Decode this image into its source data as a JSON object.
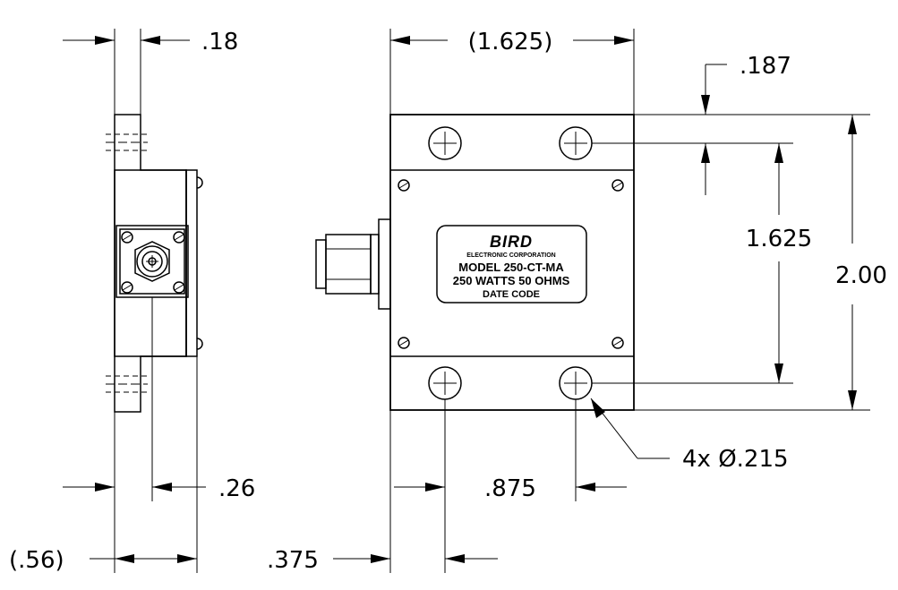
{
  "dimensions": {
    "flange_thickness": ".18",
    "overall_width": "(1.625)",
    "hole_edge_offset": ".187",
    "hole_spacing_vertical": "1.625",
    "overall_height": "2.00",
    "connector_offset": ".26",
    "hole_spacing_horizontal": ".875",
    "hole_callout": "4x Ø.215",
    "side_depth": "(.56)",
    "hole_side_offset": ".375"
  },
  "label": {
    "brand": "BIRD",
    "company": "ELECTRONIC CORPORATION",
    "model": "MODEL 250-CT-MA",
    "rating": "250 WATTS  50 OHMS",
    "date": "DATE CODE"
  }
}
